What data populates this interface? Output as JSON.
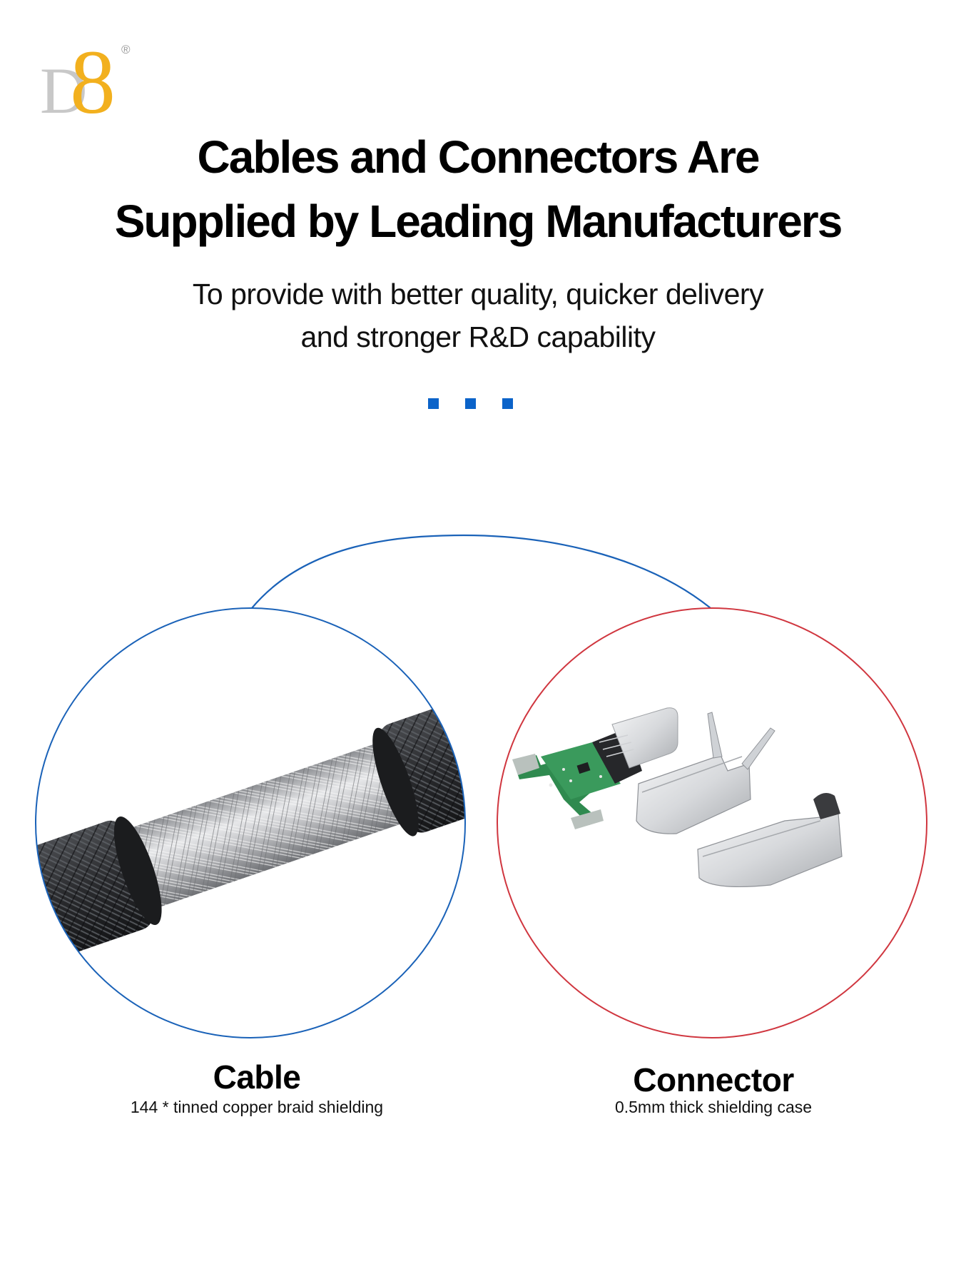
{
  "brand": {
    "logo_letter": "D",
    "logo_number": "8",
    "registered_mark": "®",
    "logo_colors": {
      "letter": "#c8c8c8",
      "number": "#f2b01e"
    }
  },
  "header": {
    "headline_lines": [
      "Cables and Connectors Are",
      "Supplied by Leading Manufacturers"
    ],
    "subtitle_lines": [
      "To provide with better quality, quicker delivery",
      "and stronger R&D capability"
    ]
  },
  "decoration": {
    "dot_count": 3,
    "dot_color": "#0b63c9"
  },
  "features": [
    {
      "title": "Cable",
      "description": "144 * tinned copper braid shielding",
      "image": "braided-cable-photo",
      "ring_color": "#1a62b8"
    },
    {
      "title": "Connector",
      "description": "0.5mm thick shielding case",
      "image": "usb-c-connector-parts-photo",
      "ring_color": "#d0363f"
    }
  ],
  "connector_arc_color": "#1a62b8"
}
